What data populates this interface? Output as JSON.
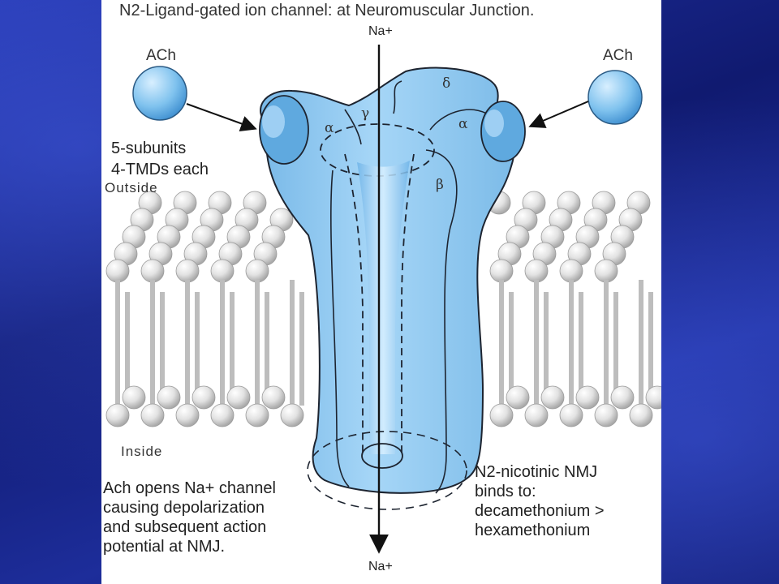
{
  "title": "N2-Ligand-gated ion channel: at Neuromuscular Junction.",
  "ion_top": "Na+",
  "ion_bottom": "Na+",
  "ligand_left": "ACh",
  "ligand_right": "ACh",
  "subunit_note": "5-subunits\n4-TMDs each",
  "outside_label": "Outside",
  "inside_label": "Inside",
  "subunits": {
    "alpha_left": "α",
    "gamma": "γ",
    "delta": "δ",
    "alpha_right": "α",
    "beta": "β"
  },
  "note_left": "Ach opens Na+ channel\ncausing depolarization\nand subsequent action\npotential at NMJ.",
  "note_right": "N2-nicotinic NMJ\nbinds to:\ndecamethonium >\nhexamethonium",
  "colors": {
    "channel_fill": "#8fc8f0",
    "channel_stroke": "#1d2430",
    "background": "#1b2a8c",
    "membrane": "#d9d9d9"
  }
}
